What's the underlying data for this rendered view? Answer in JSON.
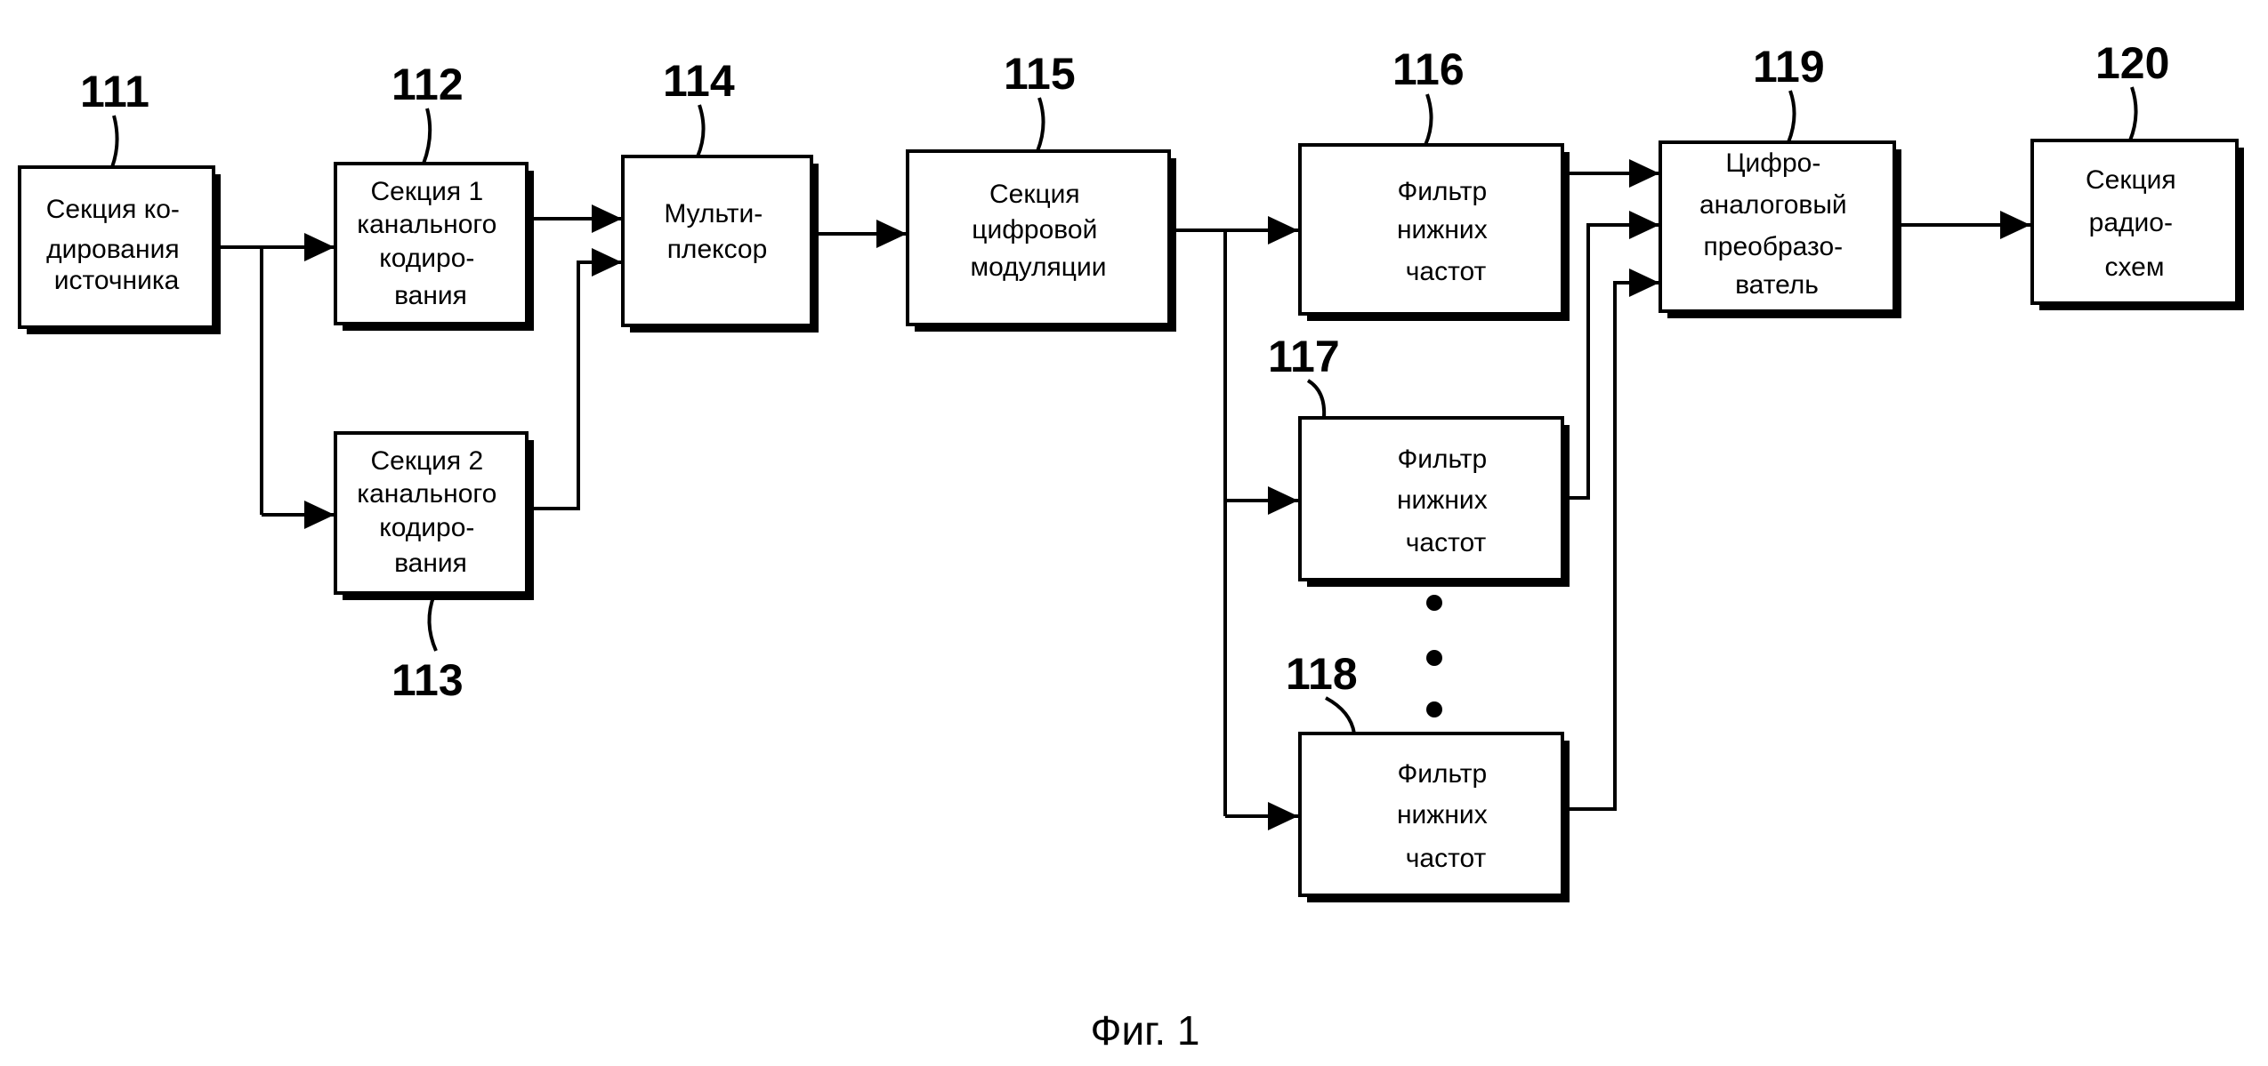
{
  "blocks": [
    {
      "id": "b111",
      "ref": "111",
      "lines": [
        "Секция ко-",
        "дирования",
        "источника"
      ]
    },
    {
      "id": "b112",
      "ref": "112",
      "lines": [
        "Секция 1",
        "канального",
        "кодиро-",
        "вания"
      ]
    },
    {
      "id": "b113",
      "ref": "113",
      "lines": [
        "Секция 2",
        "канального",
        "кодиро-",
        "вания"
      ]
    },
    {
      "id": "b114",
      "ref": "114",
      "lines": [
        "Мульти-",
        "плексор"
      ]
    },
    {
      "id": "b115",
      "ref": "115",
      "lines": [
        "Секция",
        "цифровой",
        "модуляции"
      ]
    },
    {
      "id": "b116",
      "ref": "116",
      "lines": [
        "Фильтр",
        "нижних",
        "частот"
      ]
    },
    {
      "id": "b117",
      "ref": "117",
      "lines": [
        "Фильтр",
        "нижних",
        "частот"
      ]
    },
    {
      "id": "b118",
      "ref": "118",
      "lines": [
        "Фильтр",
        "нижних",
        "частот"
      ]
    },
    {
      "id": "b119",
      "ref": "119",
      "lines": [
        "Цифро-",
        "аналоговый",
        "преобразо-",
        "ватель"
      ]
    },
    {
      "id": "b120",
      "ref": "120",
      "lines": [
        "Секция",
        "радио-",
        "схем"
      ]
    }
  ],
  "caption": "Фиг. 1"
}
